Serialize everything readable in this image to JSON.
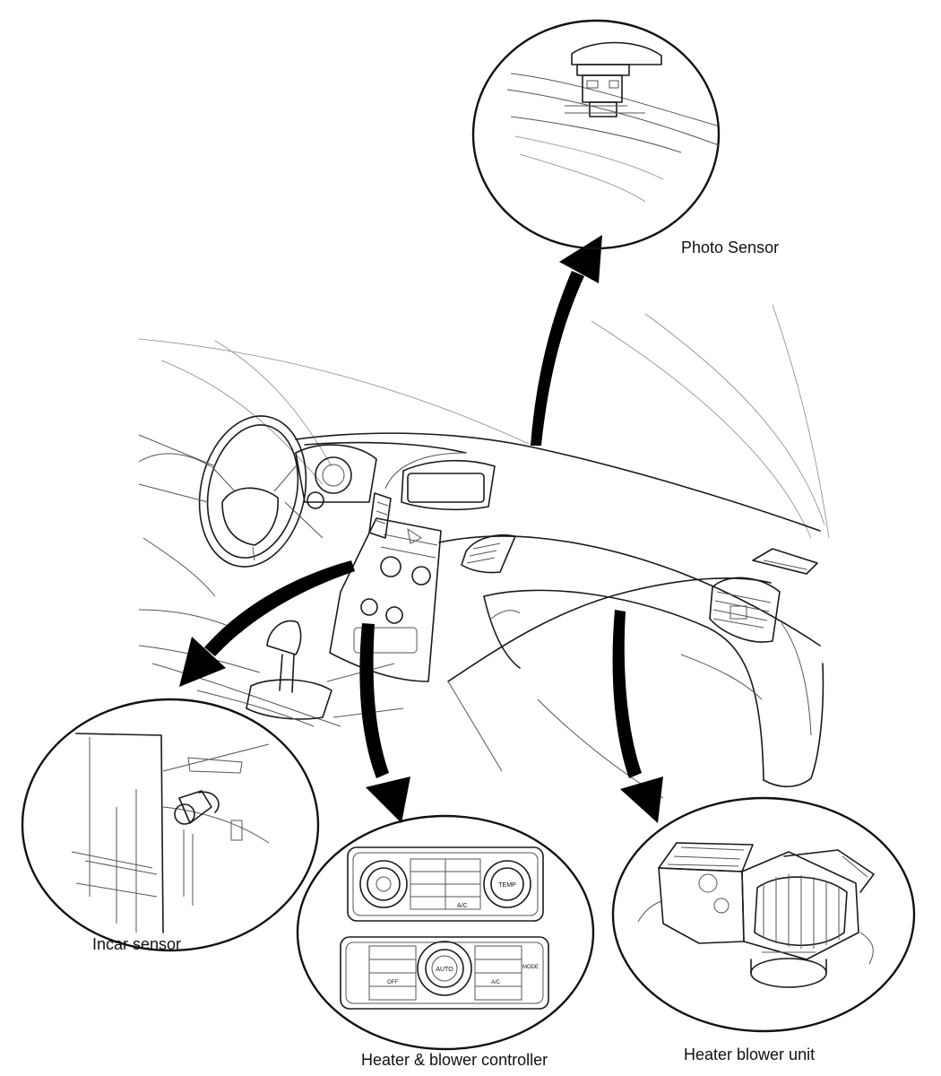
{
  "labels": {
    "photo_sensor": "Photo Sensor",
    "incar_sensor": "Incar sensor",
    "heater_blower_controller": "Heater & blower controller",
    "heater_blower_unit": "Heater blower unit"
  },
  "controller_text": {
    "temp": "TEMP",
    "ac_top": "A/C",
    "auto": "AUTO",
    "off": "OFF",
    "ac_bottom": "A/C",
    "mode": "MODE"
  },
  "colors": {
    "line": "#1a1a1a",
    "arrow": "#000000",
    "background": "#ffffff"
  }
}
